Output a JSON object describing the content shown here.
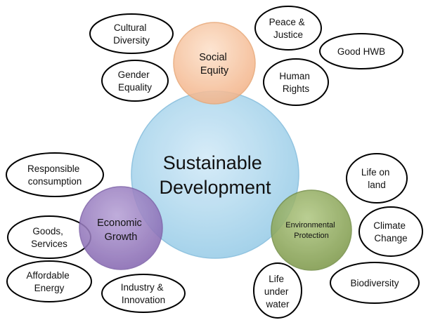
{
  "center": {
    "label": "Sustainable Development",
    "color": "#b7dcef"
  },
  "pillars": [
    {
      "key": "social",
      "label": "Social Equity",
      "color": "#f8caa6"
    },
    {
      "key": "economic",
      "label": "Economic Growth",
      "color": "#9a80bf"
    },
    {
      "key": "environmental",
      "label": "Environmental Protection",
      "color": "#93ad62"
    }
  ],
  "topics": {
    "social": [
      "Cultural Diversity",
      "Peace & Justice",
      "Good HWB",
      "Gender Equality",
      "Human Rights"
    ],
    "economic": [
      "Responsible consumption",
      "Goods, Services",
      "Affordable Energy",
      "Industry & Innovation"
    ],
    "environmental": [
      "Life on land",
      "Climate Change",
      "Biodiversity",
      "Life under water"
    ]
  }
}
